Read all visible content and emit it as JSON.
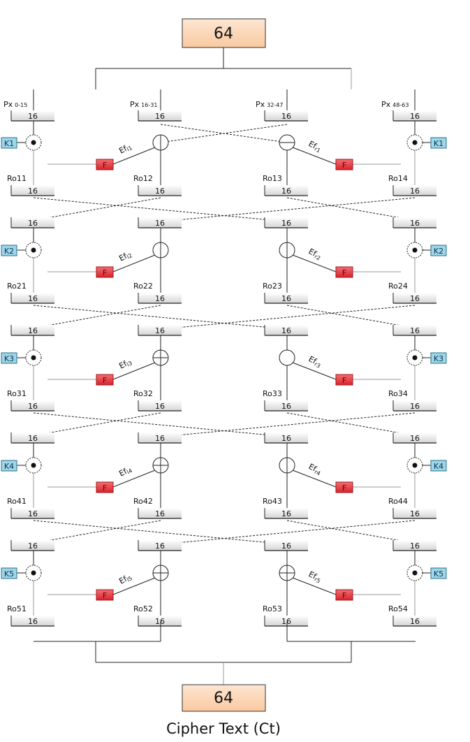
{
  "input_block": {
    "value": "64"
  },
  "output_block": {
    "value": "64"
  },
  "caption": "Cipher Text (Ct)",
  "partitions": [
    {
      "prefix": "Px",
      "sub": "0-15"
    },
    {
      "prefix": "Px",
      "sub": "16-31"
    },
    {
      "prefix": "Px",
      "sub": "32-47"
    },
    {
      "prefix": "Px",
      "sub": "48-63"
    }
  ],
  "block_size_label": "16",
  "rounds": [
    {
      "key": "K1",
      "ef_left": "Ef",
      "ef_left_sub": "l1",
      "ef_right": "Ef",
      "ef_right_sub": "r1",
      "outputs": [
        "Ro11",
        "Ro12",
        "Ro13",
        "Ro14"
      ]
    },
    {
      "key": "K2",
      "ef_left": "Ef",
      "ef_left_sub": "l2",
      "ef_right": "Ef",
      "ef_right_sub": "r2",
      "outputs": [
        "Ro21",
        "Ro22",
        "Ro23",
        "Ro24"
      ]
    },
    {
      "key": "K3",
      "ef_left": "Ef",
      "ef_left_sub": "l3",
      "ef_right": "Ef",
      "ef_right_sub": "r3",
      "outputs": [
        "Ro31",
        "Ro32",
        "Ro33",
        "Ro34"
      ]
    },
    {
      "key": "K4",
      "ef_left": "Ef",
      "ef_left_sub": "l4",
      "ef_right": "Ef",
      "ef_right_sub": "r4",
      "outputs": [
        "Ro41",
        "Ro42",
        "Ro43",
        "Ro44"
      ]
    },
    {
      "key": "K5",
      "ef_left": "Ef",
      "ef_left_sub": "l5",
      "ef_right": "Ef",
      "ef_right_sub": "r5",
      "outputs": [
        "Ro51",
        "Ro52",
        "Ro53",
        "Ro54"
      ]
    }
  ],
  "function_label": "F",
  "colors": {
    "block_fill": "#e2e2e2",
    "top_block_fill": "#fbd7b8",
    "key_fill": "#9ed6ea",
    "f_fill": "#e6333b"
  }
}
